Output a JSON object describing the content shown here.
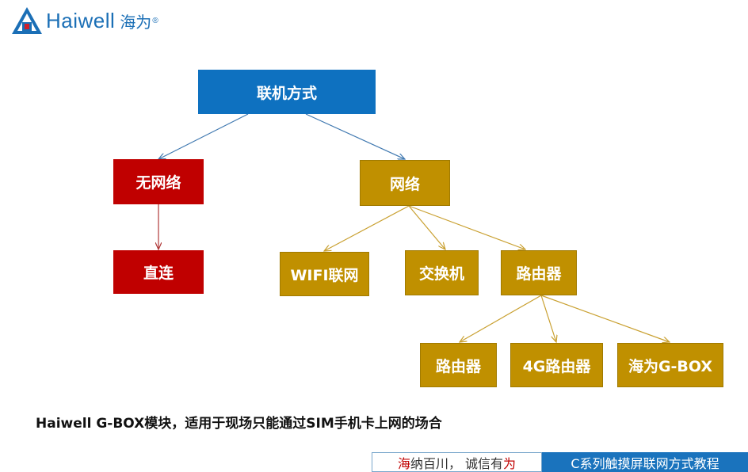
{
  "brand": {
    "name": "Haiwell",
    "name_cn": "海为",
    "registered": "®"
  },
  "diagram": {
    "nodes": [
      {
        "id": "root",
        "label": "联机方式"
      },
      {
        "id": "no-network",
        "label": "无网络"
      },
      {
        "id": "direct",
        "label": "直连"
      },
      {
        "id": "network",
        "label": "网络"
      },
      {
        "id": "wifi",
        "label": "WIFI联网"
      },
      {
        "id": "switch",
        "label": "交换机"
      },
      {
        "id": "router",
        "label": "路由器"
      },
      {
        "id": "router-sub",
        "label": "路由器"
      },
      {
        "id": "router-4g",
        "label": "4G路由器"
      },
      {
        "id": "gbox",
        "label": "海为G-BOX"
      }
    ],
    "edges": [
      {
        "from": "root",
        "to": "no-network"
      },
      {
        "from": "root",
        "to": "network"
      },
      {
        "from": "no-network",
        "to": "direct"
      },
      {
        "from": "network",
        "to": "wifi"
      },
      {
        "from": "network",
        "to": "switch"
      },
      {
        "from": "network",
        "to": "router"
      },
      {
        "from": "router",
        "to": "router-sub"
      },
      {
        "from": "router",
        "to": "router-4g"
      },
      {
        "from": "router",
        "to": "gbox"
      }
    ],
    "colors": {
      "blue": "#0e71c0",
      "red": "#c00000",
      "gold": "#c09000"
    }
  },
  "caption": "Haiwell G-BOX模块，适用于现场只能通过SIM手机卡上网的场合",
  "footer": {
    "slogan_highlight": "海",
    "slogan_rest_1": "纳百川， 诚信有",
    "slogan_highlight_2": "为",
    "title": "C系列触摸屏联网方式教程"
  }
}
